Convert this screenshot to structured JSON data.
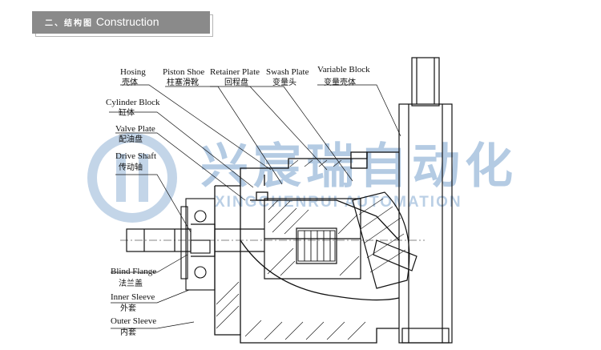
{
  "header": {
    "title_zh": "二、结构图",
    "title_en": "Construction"
  },
  "labels": [
    {
      "en": "Hosing",
      "zh": "壳体"
    },
    {
      "en": "Piston Shoe",
      "zh": "柱塞滑靴"
    },
    {
      "en": "Retainer Plate",
      "zh": "回程盘"
    },
    {
      "en": "Swash Plate",
      "zh": "变量头"
    },
    {
      "en": "Variable Block",
      "zh": "变量壳体"
    },
    {
      "en": "Cylinder Block",
      "zh": "缸体"
    },
    {
      "en": "Valve Plate",
      "zh": "配油盘"
    },
    {
      "en": "Drive Shaft",
      "zh": "传动轴"
    },
    {
      "en": "Blind Flange",
      "zh": "法兰盖"
    },
    {
      "en": "Inner Sleeve",
      "zh": "外套"
    },
    {
      "en": "Outer Sleeve",
      "zh": "内套"
    }
  ],
  "watermark": {
    "zh": "兴宸瑞自动化",
    "en": "XINGCHENRUI AUTOMATION",
    "color": "#2b6cb0"
  }
}
